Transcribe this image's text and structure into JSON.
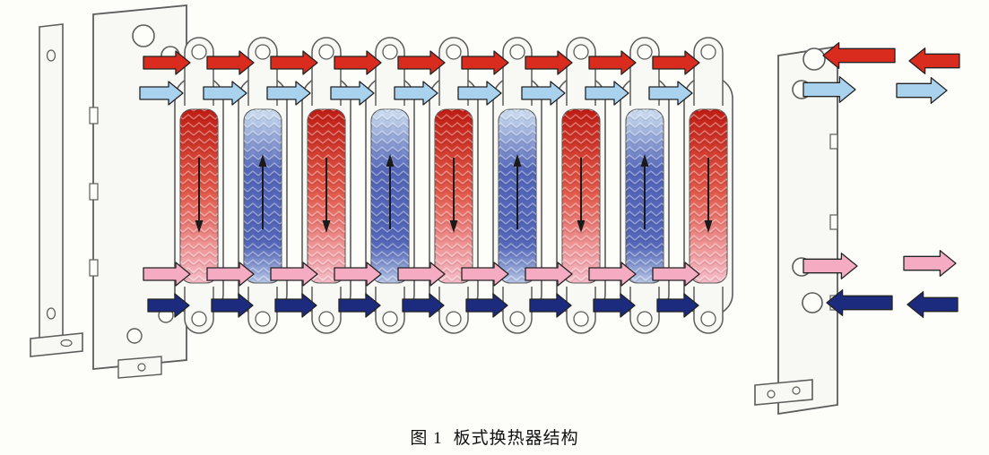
{
  "figure": {
    "caption_number": "图 1",
    "caption_title": "板式换热器结构"
  },
  "diagram": {
    "type": "plate-heat-exchanger-exploded-diagram",
    "plate_count": 9,
    "plate_pattern": [
      "hot",
      "cold",
      "hot",
      "cold",
      "hot",
      "cold",
      "hot",
      "cold",
      "hot"
    ],
    "colors": {
      "background": "#fdfdfa",
      "outline": "#5c5c5c",
      "frame_fill": "#f8f8f4",
      "hot_inlet": "#d92c1f",
      "cold_inlet": "#a9d2ef",
      "hot_outlet": "#f5abc2",
      "cold_outlet": "#1c2b7d",
      "hot_plate_top": "#c01d14",
      "hot_plate_mid": "#e25a4b",
      "hot_plate_bottom": "#f6bcc8",
      "cold_plate_top": "#cfe0f2",
      "cold_plate_mid": "#5366b8",
      "cold_plate_bottom": "#b7c6e6",
      "flow_arrow": "#1a1a1a"
    },
    "streams": [
      {
        "name": "hot-fluid-inlet",
        "color": "#d92c1f",
        "row": "top",
        "direction_in_pack": "right",
        "direction_at_right": "left"
      },
      {
        "name": "cold-fluid-inlet",
        "color": "#a9d2ef",
        "row": "upper",
        "direction_in_pack": "right",
        "direction_at_right": "right"
      },
      {
        "name": "hot-fluid-outlet",
        "color": "#f5abc2",
        "row": "lower",
        "direction_in_pack": "right",
        "direction_at_right": "right"
      },
      {
        "name": "cold-fluid-outlet",
        "color": "#1c2b7d",
        "row": "bottom",
        "direction_in_pack": "right",
        "direction_at_right": "left"
      }
    ]
  }
}
